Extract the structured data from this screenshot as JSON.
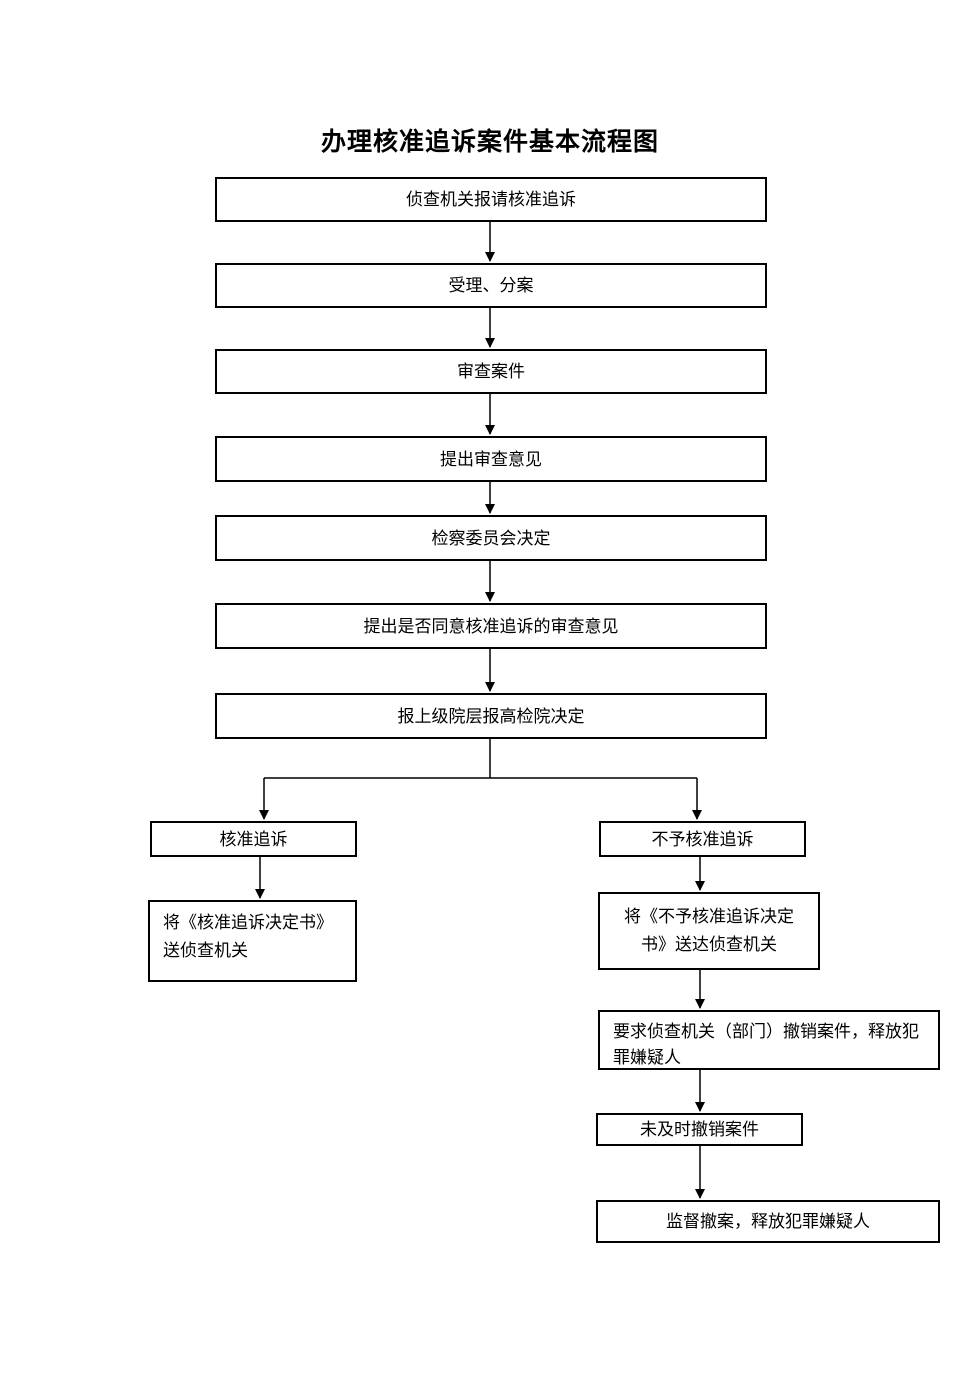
{
  "title": "办理核准追诉案件基本流程图",
  "main_steps": [
    "侦查机关报请核准追诉",
    "受理、分案",
    "审查案件",
    "提出审查意见",
    "检察委员会决定",
    "提出是否同意核准追诉的审查意见",
    "报上级院层报高检院决定"
  ],
  "branches": {
    "approve": {
      "decision": "核准追诉",
      "action_lines": [
        "将《核准追诉决定书》",
        "送侦查机关"
      ]
    },
    "reject": {
      "decision": "不予核准追诉",
      "deliver_lines": [
        "将《不予核准追诉决定",
        "书》送达侦查机关"
      ],
      "demand_lines": [
        "要求侦查机关（部门）撤销案件，释放犯",
        "罪嫌疑人"
      ],
      "not_withdrawn": "未及时撤销案件",
      "supervise": "监督撤案，释放犯罪嫌疑人"
    }
  },
  "colors": {
    "line": "#000000",
    "text": "#000000",
    "background": "#ffffff"
  }
}
